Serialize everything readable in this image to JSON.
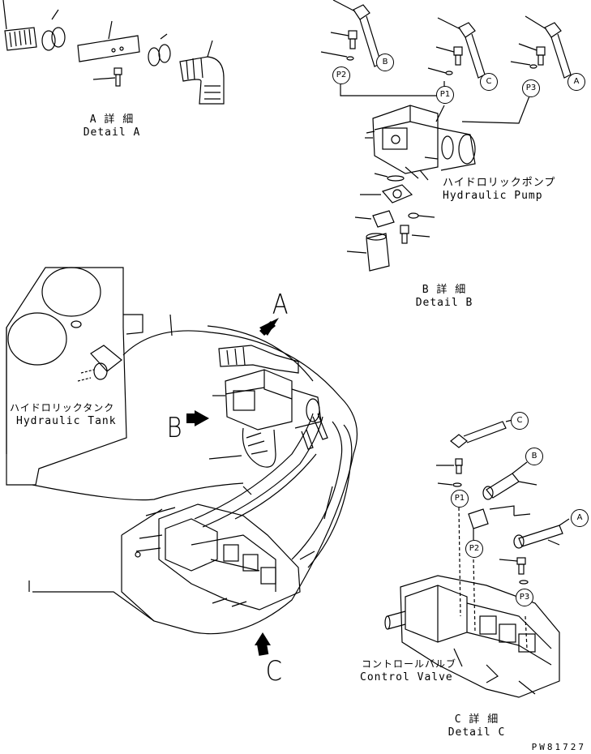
{
  "detail_a": {
    "jp": "A 詳 細",
    "en": "Detail A"
  },
  "detail_b": {
    "jp": "B 詳 細",
    "en": "Detail B"
  },
  "detail_c": {
    "jp": "C 詳 細",
    "en": "Detail C"
  },
  "pump": {
    "jp": "ハイドロリックポンプ",
    "en": "Hydraulic Pump"
  },
  "tank": {
    "jp": "ハイドロリックタンク",
    "en": "Hydraulic Tank"
  },
  "valve": {
    "jp": "コントロールバルブ",
    "en": "Control Valve"
  },
  "view_letters": {
    "a": "A",
    "b": "B",
    "c": "C"
  },
  "callouts": {
    "a": "A",
    "b": "B",
    "c": "C",
    "p1": "P1",
    "p2": "P2",
    "p3": "P3"
  },
  "doc_number": "PW81727"
}
